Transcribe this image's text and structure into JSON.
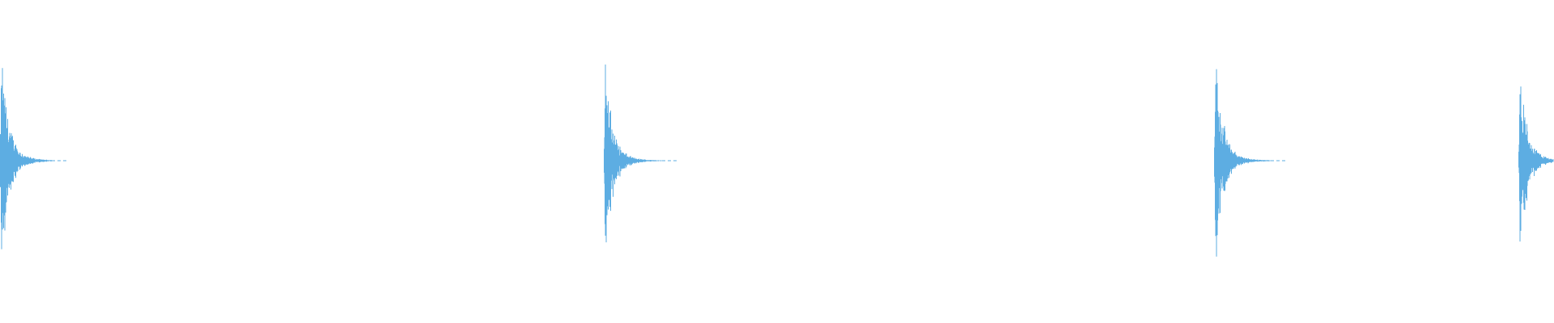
{
  "waveform": {
    "color": "#5dade2",
    "background": "#ffffff",
    "bursts": [
      {
        "amplitude": 0.82
      },
      {
        "amplitude": 0.74
      },
      {
        "amplitude": 0.79
      },
      {
        "amplitude": 0.7
      }
    ]
  }
}
